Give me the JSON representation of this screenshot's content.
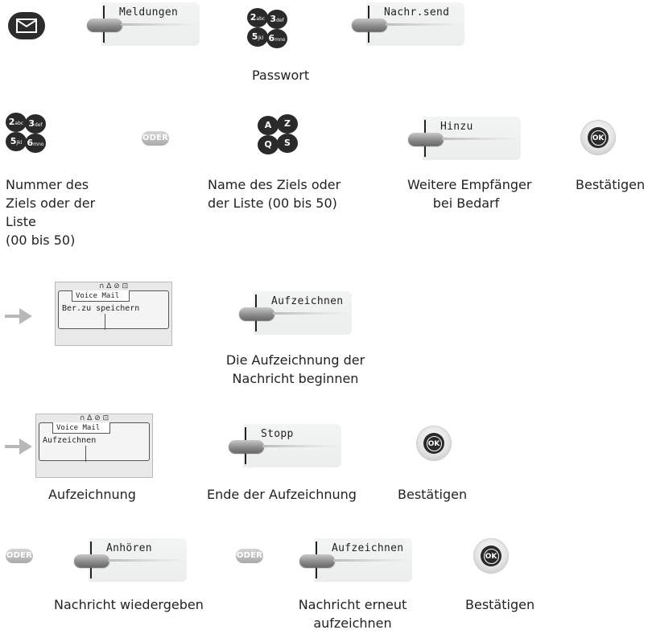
{
  "row1": {
    "softkey_meldungen": "Meldungen",
    "softkey_nachr_send": "Nachr.send",
    "caption_passwort": "Passwort"
  },
  "row2": {
    "oder": "ODER",
    "softkey_hinzu": "Hinzu",
    "ok": "OK",
    "caption_number_lines": [
      "Nummer des",
      "Ziels oder der",
      "Liste",
      "(00 bis 50)"
    ],
    "caption_name_lines": [
      "Name des Ziels oder",
      "der Liste (00 bis 50)"
    ],
    "caption_more_lines": [
      "Weitere Empfänger",
      "bei Bedarf"
    ],
    "caption_confirm": "Bestätigen"
  },
  "row3": {
    "screen_icons": "∩ ∆ ⊘ ⊡",
    "screen_tab": "Voice Mail",
    "screen_line": "Ber.zu speichern",
    "softkey_aufzeichnen": "Aufzeichnen",
    "caption_lines": [
      "Die Aufzeichnung der",
      "Nachricht beginnen"
    ]
  },
  "row4": {
    "screen_icons": "∩ ∆ ⊘ ⊡",
    "screen_tab": "Voice Mail",
    "screen_line": "Aufzeichnen",
    "softkey_stopp": "Stopp",
    "ok": "OK",
    "caption_aufzeichnung": "Aufzeichnung",
    "caption_ende": "Ende der Aufzeichnung",
    "caption_confirm": "Bestätigen"
  },
  "row5": {
    "oder": "ODER",
    "softkey_anhoeren": "Anhören",
    "softkey_aufzeichnen": "Aufzeichnen",
    "ok": "OK",
    "caption_play": "Nachricht wiedergeben",
    "caption_rerecord_lines": [
      "Nachricht erneut",
      "aufzeichnen"
    ],
    "caption_confirm": "Bestätigen"
  },
  "icons": {
    "message": "envelope-icon",
    "keypad_numeric": "numeric-keypad-icon",
    "keypad_alpha": "alpha-keypad-icon",
    "arrow": "right-arrow-icon"
  },
  "keypad_numeric_keys": [
    "2",
    "3",
    "5",
    "6"
  ],
  "keypad_numeric_sub": [
    "abc",
    "def",
    "jkl",
    "mno"
  ],
  "keypad_alpha_keys": [
    "A",
    "Z",
    "Q",
    "S"
  ]
}
